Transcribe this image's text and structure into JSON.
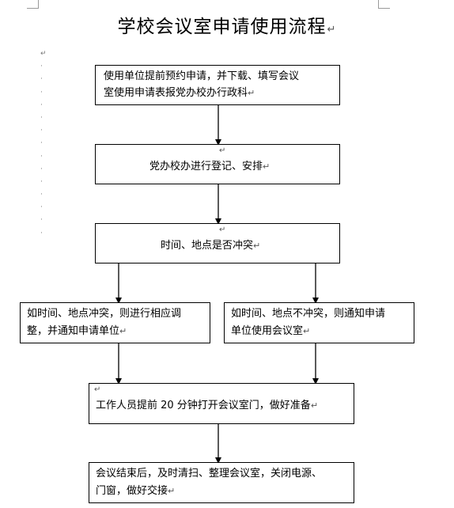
{
  "document": {
    "title": "学校会议室申请使用流程",
    "paragraph_mark": "↵",
    "steps": [
      {
        "id": "step1",
        "line1": "使用单位提前预约申请，并下载、填写会议",
        "line2": "室使用申请表报党办校办行政科"
      },
      {
        "id": "step2",
        "line1": "党办校办进行登记、安排"
      },
      {
        "id": "step3",
        "line1": "时间、地点是否冲突"
      },
      {
        "id": "branch_yes",
        "line1": "如时间、地点冲突，则进行相应调",
        "line2": "整，并通知申请单位"
      },
      {
        "id": "branch_no",
        "line1": "如时间、地点不冲突，则通知申请",
        "line2": "单位使用会议室"
      },
      {
        "id": "step4",
        "line1": "工作人员提前 20 分钟打开会议室门，做好准备"
      },
      {
        "id": "step5",
        "line1": "会议结束后，及时清扫、整理会议室，关闭电源、",
        "line2": "门窗，做好交接"
      }
    ]
  }
}
